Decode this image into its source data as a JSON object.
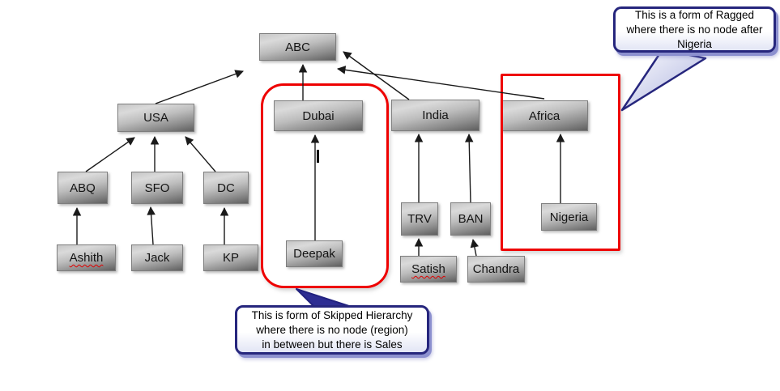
{
  "nodes": {
    "abc": "ABC",
    "usa": "USA",
    "dubai": "Dubai",
    "india": "India",
    "africa": "Africa",
    "abq": "ABQ",
    "sfo": "SFO",
    "dc": "DC",
    "trv": "TRV",
    "ban": "BAN",
    "nigeria": "Nigeria",
    "ashith": "Ashith",
    "jack": "Jack",
    "kp": "KP",
    "deepak": "Deepak",
    "satish": "Satish",
    "chandra": "Chandra"
  },
  "edges": [
    [
      "USA",
      "ABC"
    ],
    [
      "Dubai",
      "ABC"
    ],
    [
      "India",
      "ABC"
    ],
    [
      "Africa",
      "ABC"
    ],
    [
      "ABQ",
      "USA"
    ],
    [
      "SFO",
      "USA"
    ],
    [
      "DC",
      "USA"
    ],
    [
      "Ashith",
      "ABQ"
    ],
    [
      "Jack",
      "SFO"
    ],
    [
      "KP",
      "DC"
    ],
    [
      "Deepak",
      "Dubai"
    ],
    [
      "TRV",
      "India"
    ],
    [
      "BAN",
      "India"
    ],
    [
      "Satish",
      "TRV"
    ],
    [
      "Chandra",
      "BAN"
    ],
    [
      "Nigeria",
      "Africa"
    ]
  ],
  "callouts": {
    "ragged": {
      "text": "This is a form of Ragged\nwhere there is no node after\nNigeria"
    },
    "skipped": {
      "text": "This is form of Skipped Hierarchy\nwhere there is no node (region)\nin between but  there is Sales"
    }
  },
  "colors": {
    "highlight_red": "#ee0000",
    "callout_navy": "#26267d",
    "node_fill_light": "#dadada",
    "node_fill_dark": "#5f5f5f",
    "connector_black": "#1a1a1a",
    "misspell_underline": "#e00000"
  }
}
